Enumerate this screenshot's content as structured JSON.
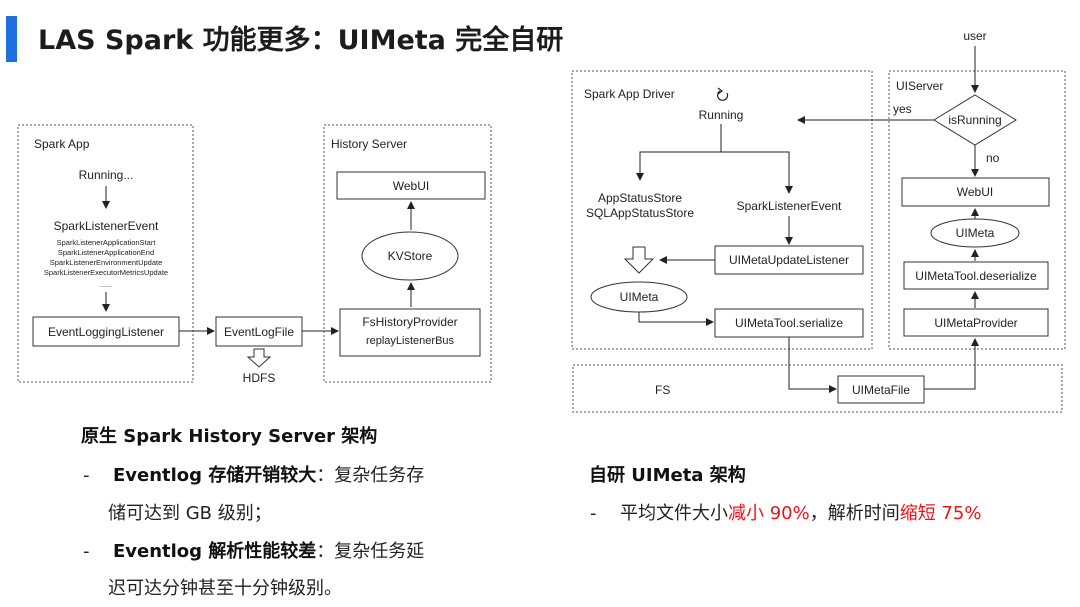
{
  "page_title": "LAS Spark 功能更多：UIMeta 完全自研",
  "accent_color": "#1f6fe0",
  "highlight_color": "#e8141a",
  "left_diagram": {
    "spark_app_label": "Spark App",
    "running": "Running...",
    "event_title": "SparkListenerEvent",
    "events": [
      "SparkListenerApplicationStart",
      "SparkListenerApplicationEnd",
      "SparkListenerEnvironmentUpdate",
      "SparkListenerExecutorMetricsUpdate"
    ],
    "ellipsis": "......",
    "logging_listener": "EventLoggingListener",
    "eventlogfile": "EventLogFile",
    "hdfs": "HDFS",
    "history_server_label": "History Server",
    "webui": "WebUI",
    "kvstore": "KVStore",
    "fs_provider": "FsHistoryProvider",
    "replay_bus": "replayListenerBus"
  },
  "right_diagram": {
    "user": "user",
    "driver_label": "Spark App Driver",
    "running": "Running",
    "app_status_store": "AppStatusStore",
    "sql_status_store": "SQLAppStatusStore",
    "listener_event": "SparkListenerEvent",
    "update_listener": "UIMetaUpdateListener",
    "uimeta": "UIMeta",
    "serialize": "UIMetaTool.serialize",
    "uiserver_label": "UIServer",
    "yes": "yes",
    "no": "no",
    "is_running": "isRunning",
    "webui": "WebUI",
    "uimeta_r": "UIMeta",
    "deserialize": "UIMetaTool.deserialize",
    "provider": "UIMetaProvider",
    "fs": "FS",
    "uimeta_file": "UIMetaFile"
  },
  "left_text": {
    "heading": "原生 Spark History Server 架构",
    "items": [
      {
        "dash": "-",
        "bold": "Eventlog 存储开销较大",
        "rest": "：复杂任务存",
        "cont": "储可达到 GB 级别；"
      },
      {
        "dash": "-",
        "bold": "Eventlog 解析性能较差",
        "rest": "：复杂任务延",
        "cont": "迟可达分钟甚至十分钟级别。"
      }
    ]
  },
  "right_text": {
    "heading": "自研 UIMeta 架构",
    "dash": "-",
    "p1": "平均文件大小",
    "r1": "减小 90%",
    "p2": "，解析时间",
    "r2": "缩短 75%"
  }
}
